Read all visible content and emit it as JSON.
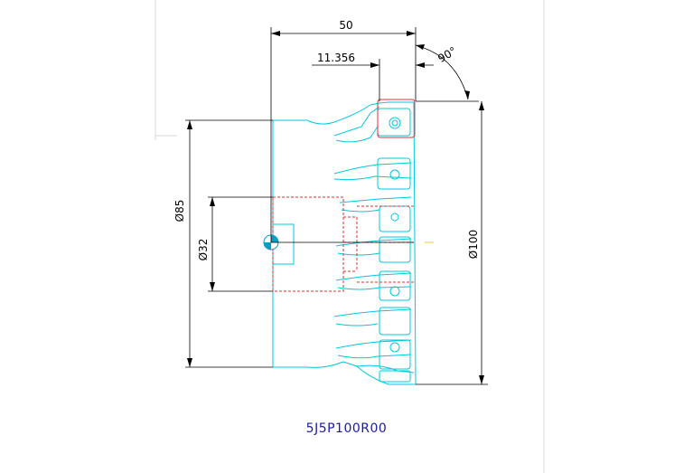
{
  "dimensions": {
    "overall_length": "50",
    "insert_offset": "11.356",
    "lead_angle": "90°",
    "diameter_body": "Ø85",
    "diameter_bore": "Ø32",
    "diameter_cutting": "Ø100"
  },
  "part_number": "5J5P100R00",
  "colors": {
    "outline": "#00c8e0",
    "hidden_lines": "#e03030",
    "dimension_lines": "#000000",
    "part_number_text": "#1a1aa8",
    "center_mark": "#00a0c0",
    "frame": "#d8d8d8"
  }
}
